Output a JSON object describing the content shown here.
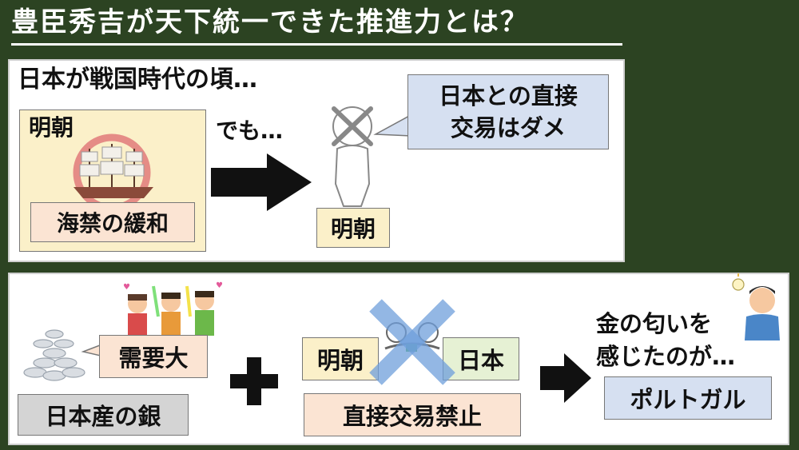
{
  "slide": {
    "title": "豊臣秀吉が天下統一できた推進力とは？",
    "background_color": "#2c4322"
  },
  "top_panel": {
    "heading": "日本が戦国時代の頃…",
    "ming_label": "明朝",
    "ship_caption": "海禁の緩和",
    "but_label": "でも…",
    "person_label": "明朝",
    "speech": [
      "日本との直接",
      "交易はダメ"
    ]
  },
  "bottom_panel": {
    "demand": "需要大",
    "silver_label": "日本産の銀",
    "plus_icon": "plus-icon",
    "ming_label": "明朝",
    "japan_label": "日本",
    "ban_label": "直接交易禁止",
    "smell_text": [
      "金の匂いを",
      "感じたのが…"
    ],
    "portugal": "ポルトガル"
  },
  "colors": {
    "peach": "#fbe4d3",
    "cream": "#fbf0c9",
    "gray": "#d4d4d4",
    "green": "#e6f1d4",
    "blue": "#d6e0f1",
    "cross": "#6f9fdc",
    "ban_ring": "#e07a7a"
  }
}
